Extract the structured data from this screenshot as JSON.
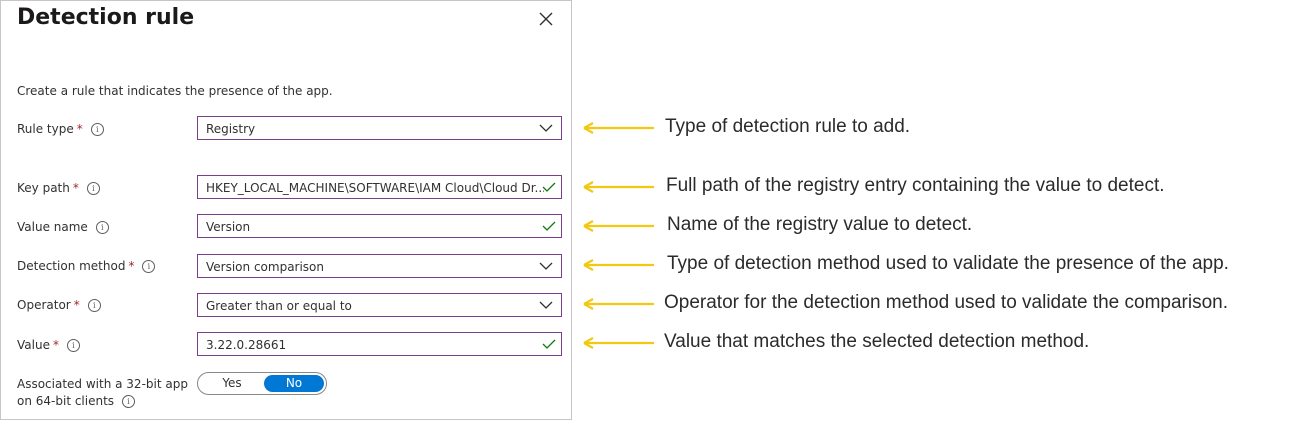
{
  "panel": {
    "title": "Detection rule",
    "description": "Create a rule that indicates the presence of the app."
  },
  "fields": {
    "rule_type": {
      "label": "Rule type",
      "required": "*",
      "value": "Registry"
    },
    "key_path": {
      "label": "Key path",
      "required": "*",
      "value": "HKEY_LOCAL_MACHINE\\SOFTWARE\\IAM Cloud\\Cloud Dr..."
    },
    "value_name": {
      "label": "Value name",
      "value": "Version"
    },
    "detection_method": {
      "label": "Detection method",
      "required": "*",
      "value": "Version comparison"
    },
    "operator": {
      "label": "Operator",
      "required": "*",
      "value": "Greater than or equal to"
    },
    "value": {
      "label": "Value",
      "required": "*",
      "value": "3.22.0.28661"
    },
    "bitness": {
      "label_line1": "Associated with a 32-bit app",
      "label_line2": "on 64-bit clients",
      "yes": "Yes",
      "no": "No",
      "selected": "No"
    }
  },
  "annotations": {
    "rule_type": "Type of detection rule to add.",
    "key_path": "Full path of the registry entry containing the value to detect.",
    "value_name": "Name of the registry value to detect.",
    "detection_method": "Type of detection method used to validate the presence of the app.",
    "operator": "Operator for the detection method used to validate the comparison.",
    "value": "Value that matches the selected detection method."
  },
  "icons": {
    "close": "close-icon",
    "info": "info-icon",
    "chevron": "chevron-down-icon",
    "check": "checkmark-icon",
    "arrow": "arrow-left-icon"
  },
  "colors": {
    "field_border": "#7a3e8c",
    "required": "#a4262c",
    "toggle_selected": "#0078d4",
    "check": "#107c10",
    "arrow": "#f2c811"
  }
}
